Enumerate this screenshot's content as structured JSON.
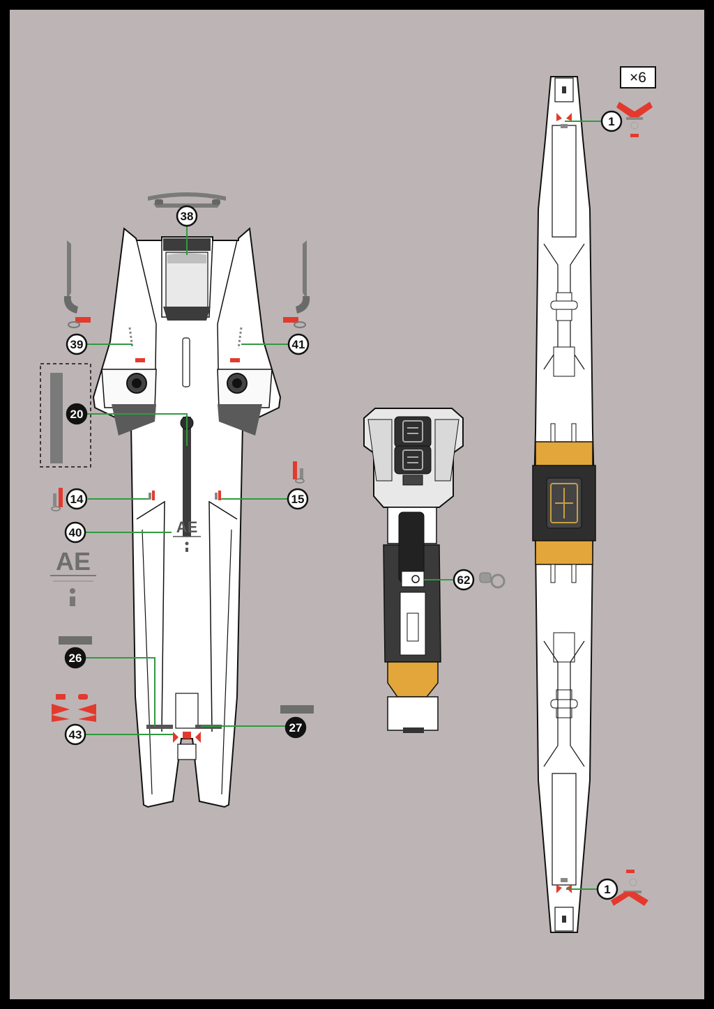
{
  "sheet": {
    "multiplier": "×6",
    "aeLogo": "AE"
  },
  "callouts": [
    {
      "id": "c1a",
      "number": "1",
      "style": "white"
    },
    {
      "id": "c1b",
      "number": "1",
      "style": "white"
    },
    {
      "id": "c38",
      "number": "38",
      "style": "white"
    },
    {
      "id": "c39",
      "number": "39",
      "style": "white"
    },
    {
      "id": "c41",
      "number": "41",
      "style": "white"
    },
    {
      "id": "c20",
      "number": "20",
      "style": "black"
    },
    {
      "id": "c14",
      "number": "14",
      "style": "white"
    },
    {
      "id": "c15",
      "number": "15",
      "style": "white"
    },
    {
      "id": "c40",
      "number": "40",
      "style": "white"
    },
    {
      "id": "c26",
      "number": "26",
      "style": "black"
    },
    {
      "id": "c27",
      "number": "27",
      "style": "black"
    },
    {
      "id": "c43",
      "number": "43",
      "style": "white"
    },
    {
      "id": "c62",
      "number": "62",
      "style": "white"
    }
  ],
  "colors": {
    "frame": "#000000",
    "background": "#bdb5b5",
    "partWhite": "#ffffff",
    "partDark": "#2e2e2e",
    "partGray": "#6e6e6e",
    "partYellow": "#e3a63a",
    "decalRed": "#e23a2e",
    "leaderGreen": "#2f9a3e"
  }
}
